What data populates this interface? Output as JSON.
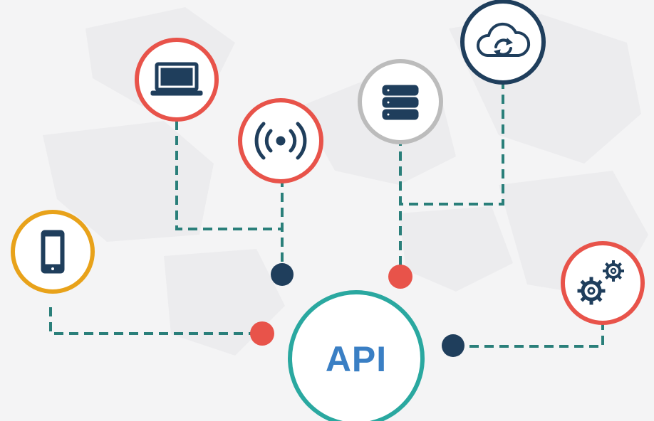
{
  "api_label": "API",
  "colors": {
    "background": "#f4f4f5",
    "connector": "#2a7f7a",
    "api_ring": "#2aa8a0",
    "api_text": "#3a7fc4",
    "red": "#e8534a",
    "yellow": "#e8a21a",
    "gray": "#bcbcbc",
    "navy": "#1f3e5c",
    "icon": "#1f3e5c"
  },
  "nodes": [
    {
      "id": "laptop",
      "icon": "laptop-icon",
      "ring": "red"
    },
    {
      "id": "wireless",
      "icon": "wireless-signal-icon",
      "ring": "red"
    },
    {
      "id": "database",
      "icon": "database-icon",
      "ring": "gray"
    },
    {
      "id": "cloud-sync",
      "icon": "cloud-sync-icon",
      "ring": "navy"
    },
    {
      "id": "mobile",
      "icon": "mobile-phone-icon",
      "ring": "yellow"
    },
    {
      "id": "gears",
      "icon": "gears-icon",
      "ring": "red"
    }
  ],
  "junctions": [
    {
      "id": "laptop-wireless",
      "color": "navy"
    },
    {
      "id": "database-cloud",
      "color": "red"
    },
    {
      "id": "mobile",
      "color": "red"
    },
    {
      "id": "gears",
      "color": "navy"
    }
  ]
}
